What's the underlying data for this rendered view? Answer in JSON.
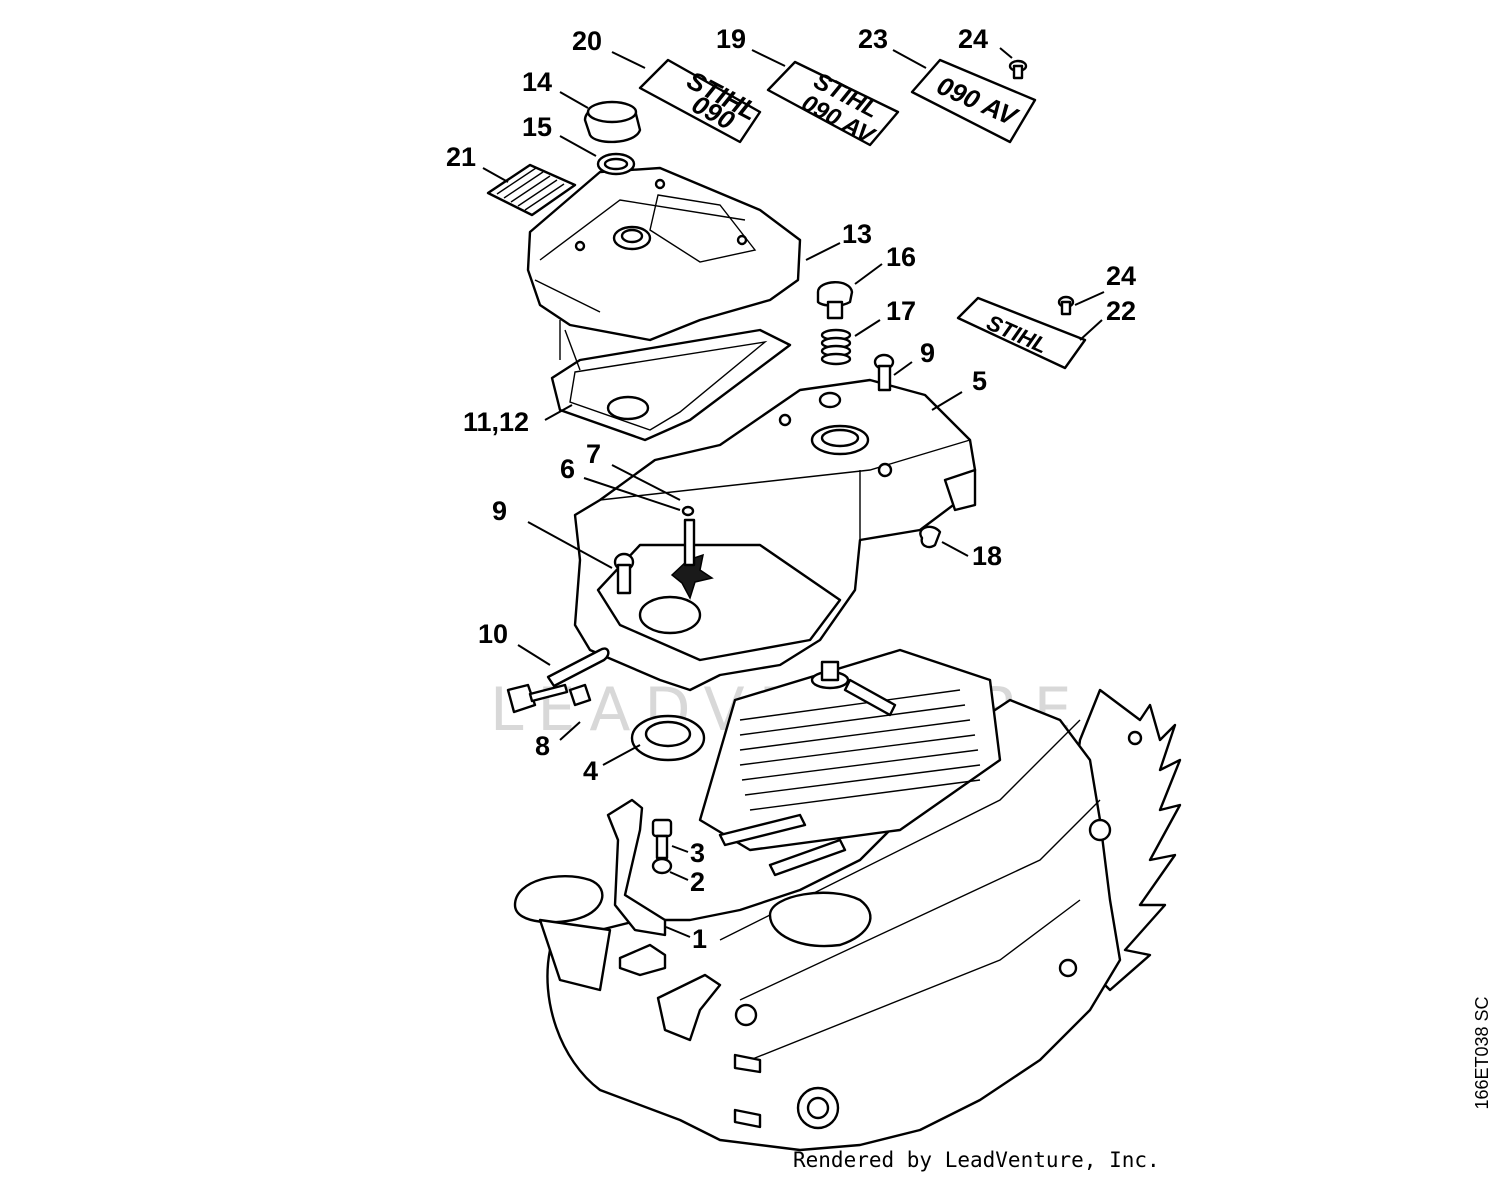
{
  "callouts": [
    {
      "id": "c20",
      "label": "20"
    },
    {
      "id": "c19",
      "label": "19"
    },
    {
      "id": "c23",
      "label": "23"
    },
    {
      "id": "c24a",
      "label": "24"
    },
    {
      "id": "c14",
      "label": "14"
    },
    {
      "id": "c15",
      "label": "15"
    },
    {
      "id": "c21",
      "label": "21"
    },
    {
      "id": "c13",
      "label": "13"
    },
    {
      "id": "c16",
      "label": "16"
    },
    {
      "id": "c24b",
      "label": "24"
    },
    {
      "id": "c17",
      "label": "17"
    },
    {
      "id": "c22",
      "label": "22"
    },
    {
      "id": "c9a",
      "label": "9"
    },
    {
      "id": "c5",
      "label": "5"
    },
    {
      "id": "c1112",
      "label": "11,12"
    },
    {
      "id": "c7",
      "label": "7"
    },
    {
      "id": "c6",
      "label": "6"
    },
    {
      "id": "c9b",
      "label": "9"
    },
    {
      "id": "c18",
      "label": "18"
    },
    {
      "id": "c10",
      "label": "10"
    },
    {
      "id": "c8",
      "label": "8"
    },
    {
      "id": "c4",
      "label": "4"
    },
    {
      "id": "c3",
      "label": "3"
    },
    {
      "id": "c2",
      "label": "2"
    },
    {
      "id": "c1",
      "label": "1"
    }
  ],
  "plates": {
    "p20": {
      "line1": "STIHL",
      "line2": "090"
    },
    "p19": {
      "line1": "STIHL",
      "line2": "090 AV"
    },
    "p23": {
      "line1": "090 AV"
    },
    "p22": {
      "line1": "STIHL"
    }
  },
  "watermark": "LEADVENTURE",
  "credit": "Rendered by LeadVenture, Inc.",
  "reference_code": "166ET038 SC"
}
